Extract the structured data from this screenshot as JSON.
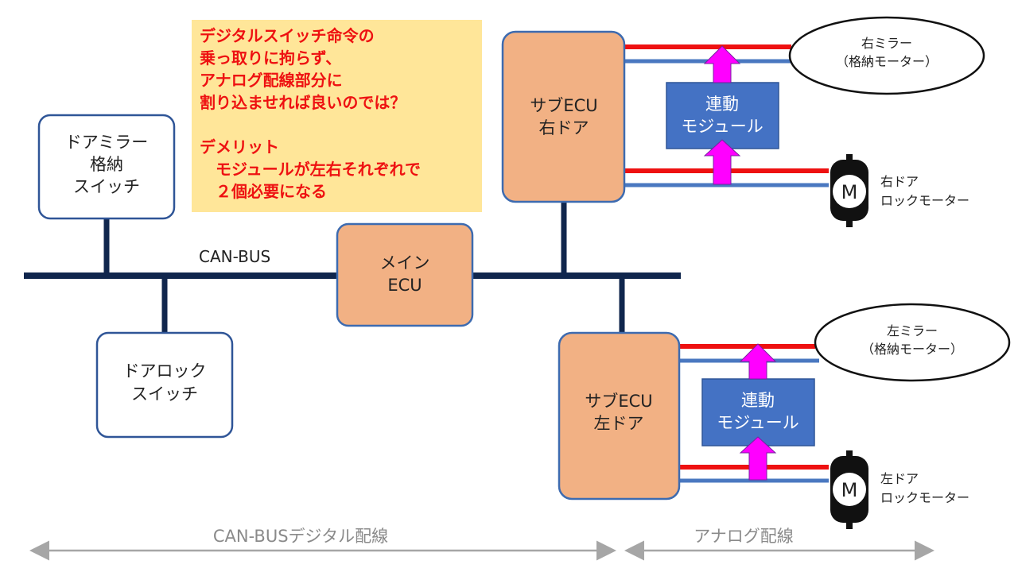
{
  "note": {
    "lines": [
      "デジタルスイッチ命令の",
      "乗っ取りに拘らず、",
      "アナログ配線部分に",
      "割り込ませれば良いのでは？",
      "",
      "デメリット",
      "　モジュールが左右それぞれで",
      "　２個必要になる"
    ]
  },
  "mirror_switch": {
    "lines": [
      "ドアミラー",
      "格納",
      "スイッチ"
    ]
  },
  "lock_switch": {
    "lines": [
      "ドアロック",
      "スイッチ"
    ]
  },
  "main_ecu": {
    "lines": [
      "メイン",
      "ECU"
    ]
  },
  "sub_ecu_right": {
    "lines": [
      "サブECU",
      "右ドア"
    ]
  },
  "sub_ecu_left": {
    "lines": [
      "サブECU",
      "左ドア"
    ]
  },
  "module_right": {
    "lines": [
      "連動",
      "モジュール"
    ]
  },
  "module_left": {
    "lines": [
      "連動",
      "モジュール"
    ]
  },
  "right_mirror": {
    "lines": [
      "右ミラー",
      "（格納モーター）"
    ]
  },
  "left_mirror": {
    "lines": [
      "左ミラー",
      "（格納モーター）"
    ]
  },
  "right_lock_motor": {
    "symbol": "M",
    "lines": [
      "右ドア",
      "ロックモーター"
    ]
  },
  "left_lock_motor": {
    "symbol": "M",
    "lines": [
      "左ドア",
      "ロックモーター"
    ]
  },
  "bus_label": "CAN-BUS",
  "bottom": {
    "digital_label": "CAN-BUSデジタル配線",
    "analog_label": "アナログ配線"
  },
  "colors": {
    "bus": "#10264d",
    "ecu_fill": "#f2b184",
    "ecu_stroke": "#3d6bb0",
    "module_fill": "#4472c4",
    "note_fill": "#ffe699",
    "note_text": "#ee1111",
    "wire_red": "#ee1111",
    "wire_blue": "#4a78c0",
    "arrow_magenta": "#ff00ff"
  }
}
